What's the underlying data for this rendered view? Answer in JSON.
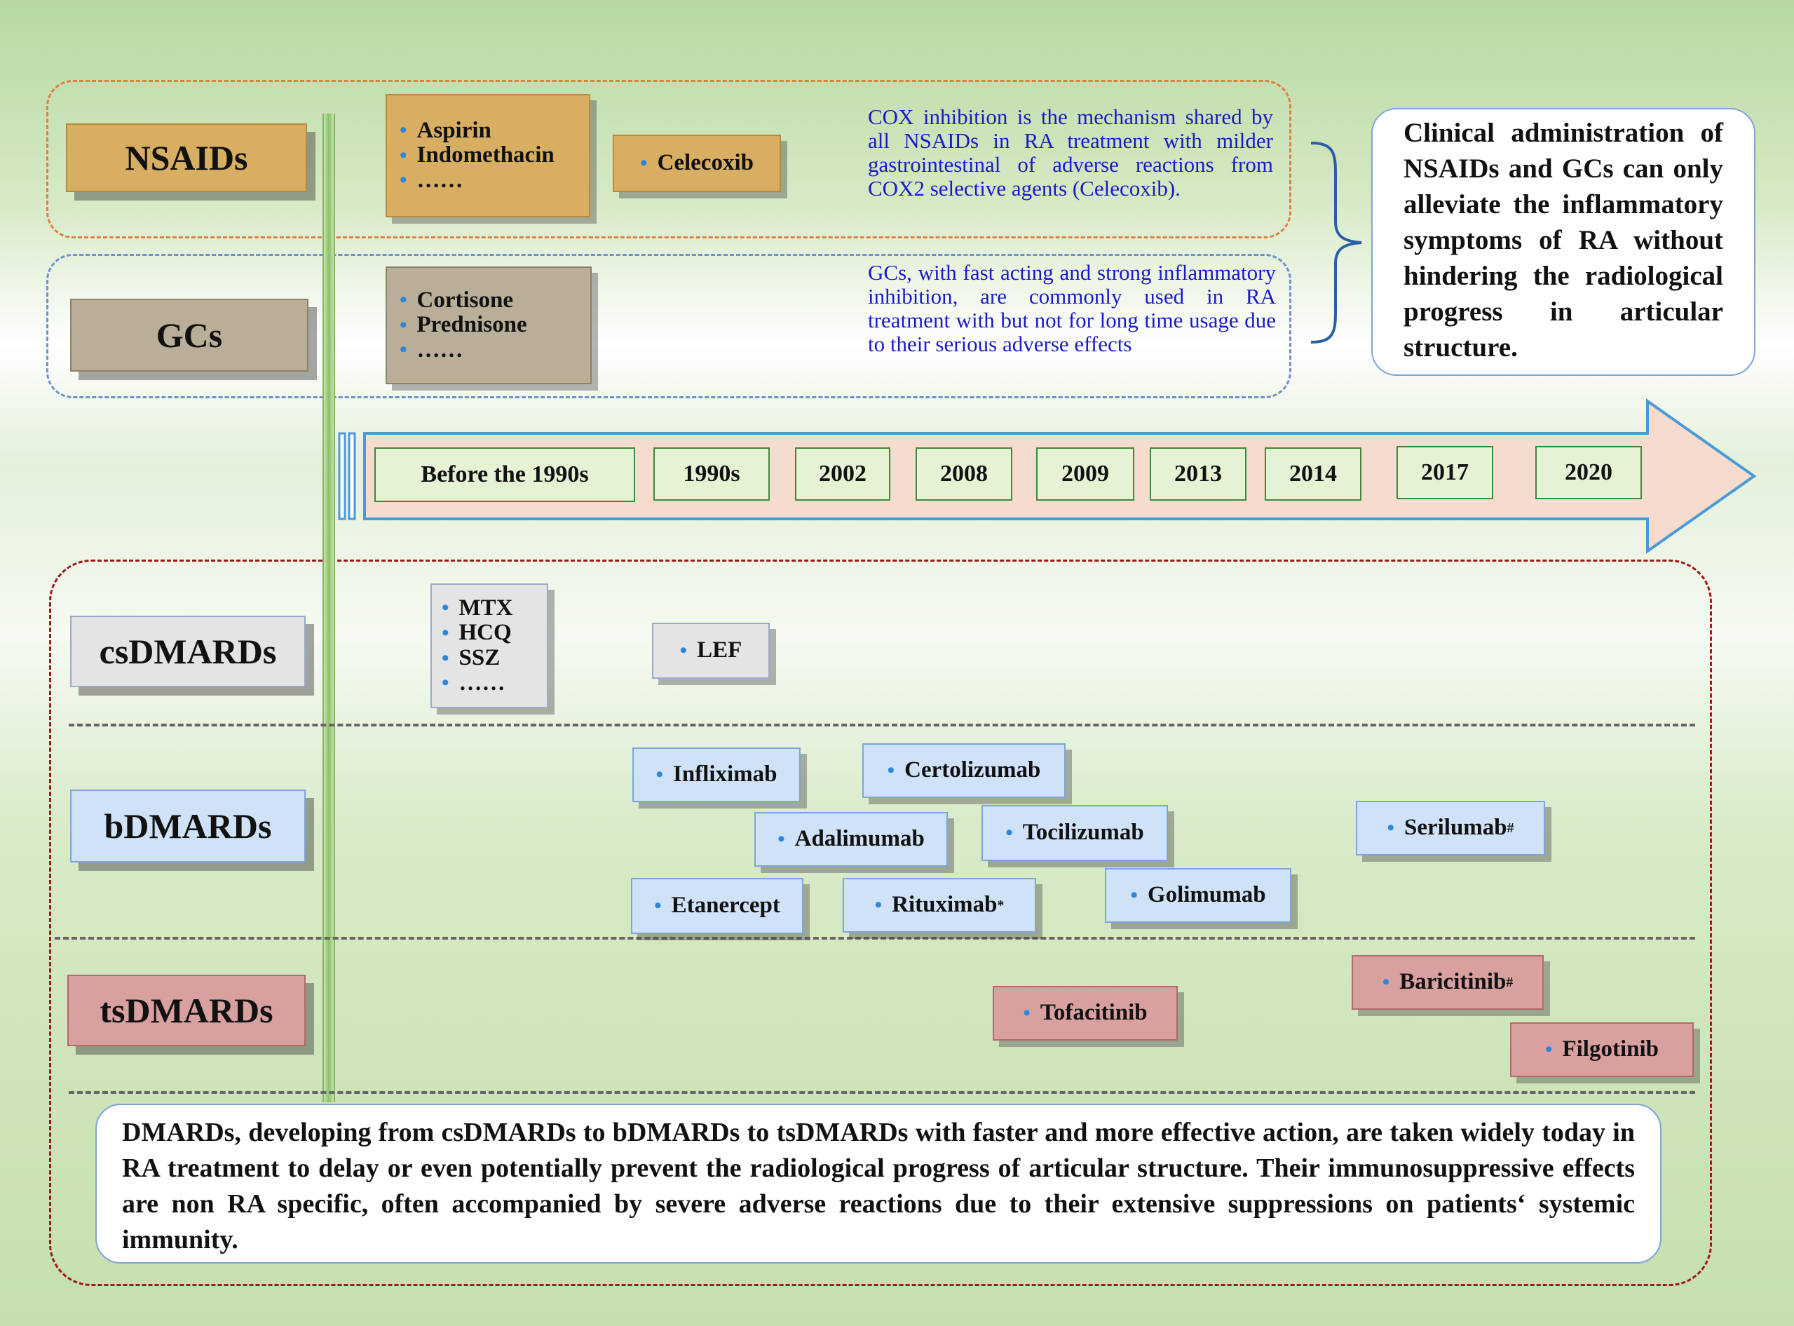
{
  "categories": {
    "nsaids": "NSAIDs",
    "gcs": "GCs",
    "csdmards": "csDMARDs",
    "bdmards": "bDMARDs",
    "tsdmards": "tsDMARDs"
  },
  "nsaids": {
    "group1": [
      "Aspirin",
      "Indomethacin",
      "……"
    ],
    "celecoxib": "Celecoxib",
    "note": "COX inhibition is the mechanism shared by all NSAIDs in RA treatment with milder gastrointestinal of adverse reactions from COX2 selective agents (Celecoxib)."
  },
  "gcs": {
    "group1": [
      "Cortisone",
      "Prednisone",
      "……"
    ],
    "note": "GCs, with fast acting and strong inflammatory inhibition, are commonly used in RA treatment with but not for long time usage due to their serious adverse effects"
  },
  "clinical_box": "Clinical administration of NSAIDs and GCs can only alleviate the inflammatory symptoms of RA without hindering the radiological progress in articular structure.",
  "timeline": [
    "Before the 1990s",
    "1990s",
    "2002",
    "2008",
    "2009",
    "2013",
    "2014",
    "2017",
    "2020"
  ],
  "csdmards": {
    "group1": [
      "MTX",
      "HCQ",
      "SSZ",
      "……"
    ],
    "lef": "LEF"
  },
  "bdmards": {
    "infliximab": "Infliximab",
    "certolizumab": "Certolizumab",
    "adalimumab": "Adalimumab",
    "tocilizumab": "Tocilizumab",
    "serilumab": "Serilumab",
    "serilumab_mark": "#",
    "etanercept": "Etanercept",
    "rituximab": "Rituximab",
    "rituximab_mark": "*",
    "golimumab": "Golimumab"
  },
  "tsdmards": {
    "tofacitinib": "Tofacitinib",
    "baricitinib": "Baricitinib",
    "baricitinib_mark": "#",
    "filgotinib": "Filgotinib"
  },
  "summary": "DMARDs, developing from csDMARDs to bDMARDs to tsDMARDs with faster and more effective action, are taken widely today in RA treatment to delay or even potentially prevent the radiological progress of articular structure. Their immunosuppressive effects are non RA specific, often accompanied by severe adverse reactions due to their extensive suppressions on patients‘ systemic immunity.",
  "colors": {
    "nsaid_dash": "#e08040",
    "gc_dash": "#6f8fcf",
    "dmard_dash": "#a01818",
    "arrow_fill": "#f6dccf",
    "arrow_stroke": "#4a9ad8",
    "vertical_line": "#8cc06a"
  }
}
